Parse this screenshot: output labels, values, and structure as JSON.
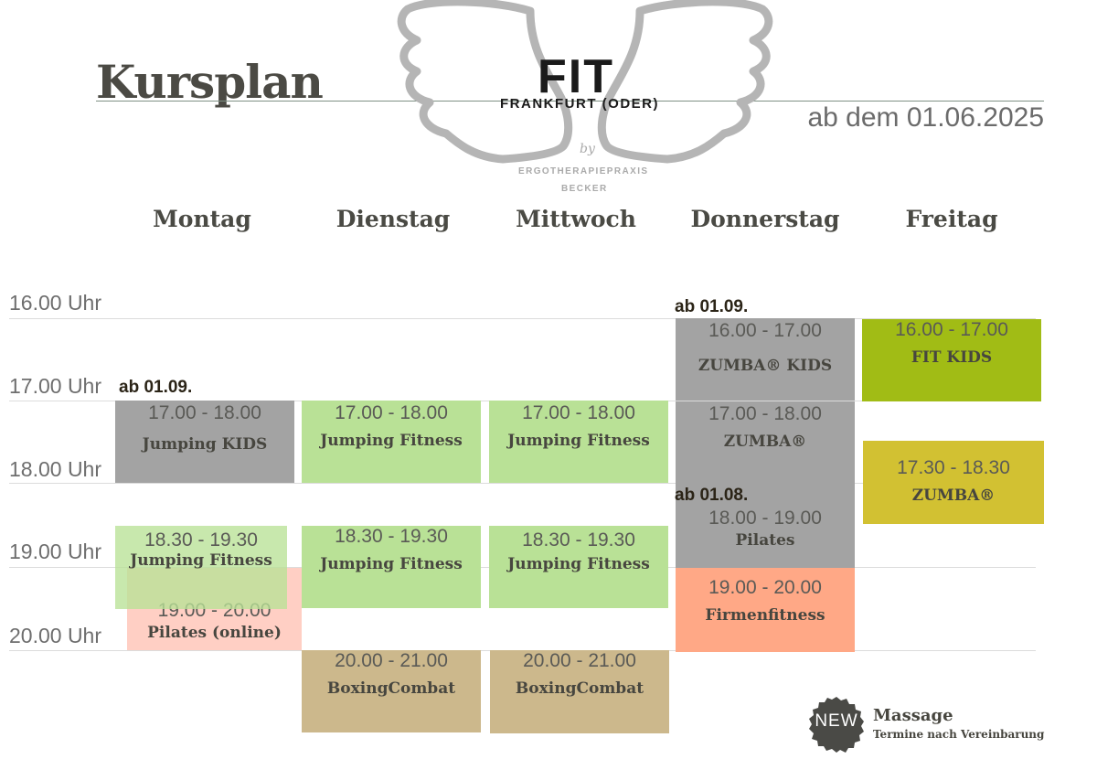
{
  "header": {
    "title": "Kursplan",
    "valid_from": "ab dem 01.06.2025",
    "logo": {
      "name": "FIT",
      "city": "Frankfurt (Oder)",
      "by": "by",
      "sub1": "Ergotherapiepraxis",
      "sub2": "Becker"
    }
  },
  "days": [
    "Montag",
    "Dienstag",
    "Mittwoch",
    "Donnerstag",
    "Freitag"
  ],
  "times": [
    "16.00 Uhr",
    "17.00 Uhr",
    "18.00 Uhr",
    "19.00 Uhr",
    "20.00 Uhr"
  ],
  "notes": {
    "mon_start": "ab 01.09.",
    "thu_start": "ab 01.09.",
    "thu_pilates_start": "ab 01.08."
  },
  "courses": {
    "mon_kids": {
      "time": "17.00 - 18.00",
      "name": "Jumping KIDS"
    },
    "mon_jump": {
      "time": "18.30 - 19.30",
      "name": "Jumping Fitness"
    },
    "mon_pilates": {
      "time": "19.00 - 20.00",
      "name": "Pilates (online)"
    },
    "tue_jump1": {
      "time": "17.00 - 18.00",
      "name": "Jumping Fitness"
    },
    "tue_jump2": {
      "time": "18.30 - 19.30",
      "name": "Jumping Fitness"
    },
    "tue_boxing": {
      "time": "20.00 - 21.00",
      "name": "BoxingCombat"
    },
    "wed_jump1": {
      "time": "17.00 - 18.00",
      "name": "Jumping Fitness"
    },
    "wed_jump2": {
      "time": "18.30 - 19.30",
      "name": "Jumping Fitness"
    },
    "wed_boxing": {
      "time": "20.00 - 21.00",
      "name": "BoxingCombat"
    },
    "thu_zumba_kids": {
      "time": "16.00 - 17.00",
      "name": "ZUMBA® KIDS"
    },
    "thu_zumba": {
      "time": "17.00 - 18.00",
      "name": "ZUMBA®"
    },
    "thu_pilates": {
      "time": "18.00 - 19.00",
      "name": "Pilates"
    },
    "thu_firmen": {
      "time": "19.00 - 20.00",
      "name": "Firmenfitness"
    },
    "fri_fitkids": {
      "time": "16.00 - 17.00",
      "name": "FIT KIDS"
    },
    "fri_zumba": {
      "time": "17.30 - 18.30",
      "name": "ZUMBA®"
    }
  },
  "footer": {
    "badge": "NEW",
    "massage_title": "Massage",
    "massage_sub": "Termine nach Vereinbarung"
  },
  "colors": {
    "grey": "#a3a3a3",
    "green": "#b9e196",
    "light_green": "#c9e8ad",
    "pink": "#ffcfc4",
    "tan": "#ccb88c",
    "orange": "#ffa886",
    "olive": "#a1bc15",
    "mustard": "#d2c132"
  }
}
